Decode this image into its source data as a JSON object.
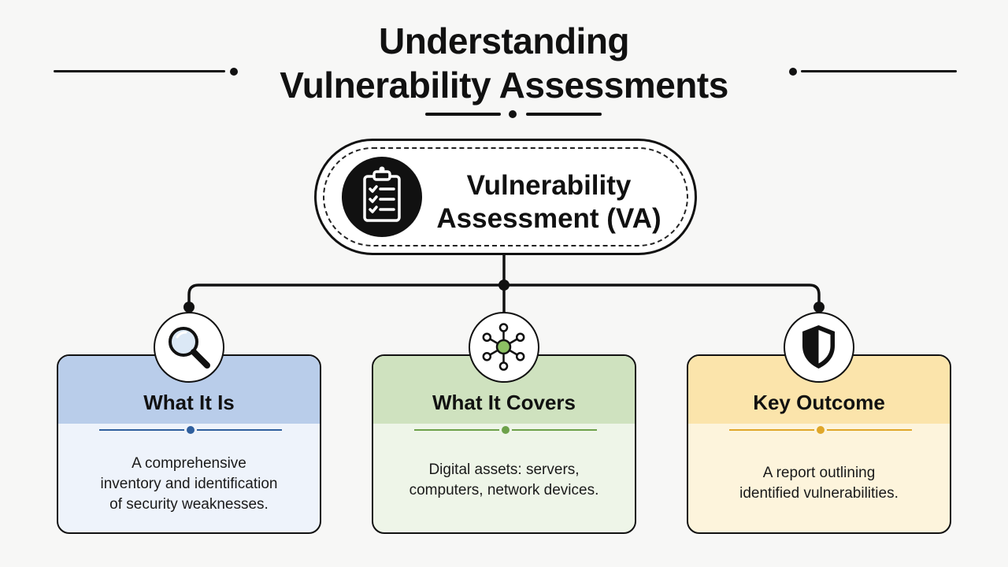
{
  "title": {
    "line1": "Understanding",
    "line2": "Vulnerability Assessments"
  },
  "root": {
    "line1": "Vulnerability",
    "line2": "Assessment (VA)",
    "icon": "clipboard-checklist-icon"
  },
  "cards": [
    {
      "title": "What It Is",
      "icon": "magnifying-glass-icon",
      "body": [
        "A comprehensive",
        "inventory and identification",
        "of security weaknesses."
      ],
      "head_color": "#b9cdea",
      "body_color": "#eef3fb",
      "accent": "#2f5f9e"
    },
    {
      "title": "What It Covers",
      "icon": "network-nodes-icon",
      "body": [
        "Digital assets: servers,",
        "computers, network devices."
      ],
      "head_color": "#cfe2bf",
      "body_color": "#eef5e8",
      "accent": "#6da14a"
    },
    {
      "title": "Key Outcome",
      "icon": "shield-icon",
      "body": [
        "A report outlining",
        "identified vulnerabilities."
      ],
      "head_color": "#fbe4ab",
      "body_color": "#fdf4dc",
      "accent": "#e0a72a"
    }
  ]
}
